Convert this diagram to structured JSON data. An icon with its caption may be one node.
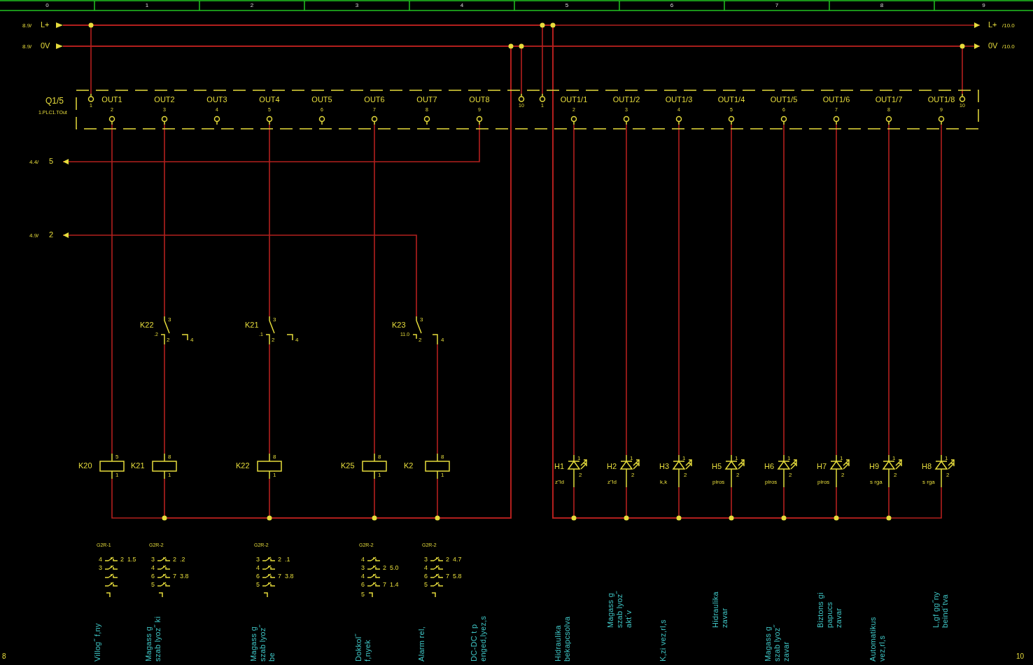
{
  "diagram": {
    "nodes": [
      {
        "text": [
          "Q1/5",
          "1.PLC1.TOut"
        ]
      },
      {
        "text": [
          "1"
        ],
        "in": 0
      },
      {
        "text": [
          "OUT1",
          "2"
        ],
        "in": 0
      },
      {
        "text": [
          "OUT2",
          "3"
        ],
        "in": 0
      },
      {
        "text": [
          "OUT3",
          "4"
        ],
        "in": 0
      },
      {
        "text": [
          "OUT4",
          "5"
        ],
        "in": 0
      },
      {
        "text": [
          "OUT5",
          "6"
        ],
        "in": 0
      },
      {
        "text": [
          "OUT6",
          "7"
        ],
        "in": 0
      },
      {
        "text": [
          "OUT7",
          "8"
        ],
        "in": 0
      },
      {
        "text": [
          "OUT8",
          "9"
        ],
        "in": 0
      },
      {
        "text": [
          "10"
        ],
        "in": 0
      },
      {
        "text": [
          "1"
        ],
        "in": 0
      },
      {
        "text": [
          "OUT1/1",
          "2"
        ],
        "in": 0
      },
      {
        "text": [
          "OUT1/2",
          "3"
        ],
        "in": 0
      },
      {
        "text": [
          "OUT1/3",
          "4"
        ],
        "in": 0
      },
      {
        "text": [
          "OUT1/4",
          "5"
        ],
        "in": 0
      },
      {
        "text": [
          "OUT1/5",
          "6"
        ],
        "in": 0
      },
      {
        "text": [
          "OUT1/6",
          "7"
        ],
        "in": 0
      },
      {
        "text": [
          "OUT1/7",
          "8"
        ],
        "in": 0
      },
      {
        "text": [
          "OUT1/8",
          "9"
        ],
        "in": 0
      },
      {
        "text": [
          "10"
        ],
        "in": 0
      },
      {
        "text": [
          "8.9/",
          "L+"
        ]
      },
      {
        "text": [
          "8.9/",
          "0V"
        ]
      },
      {
        "text": [
          "L+",
          "/10.0"
        ]
      },
      {
        "text": [
          "0V",
          "/10.0"
        ]
      },
      {
        "text": [
          "4.4/",
          "5"
        ]
      },
      {
        "text": [
          "4.9/",
          "2"
        ]
      },
      {
        "text": [
          "K22",
          "3",
          ".2",
          "2",
          "4"
        ]
      },
      {
        "text": [
          "K21",
          "3",
          ".1",
          "2",
          "4"
        ]
      },
      {
        "text": [
          "K23",
          "3",
          "11.0",
          "2",
          "4"
        ]
      },
      {
        "text": [
          "K20",
          "5",
          "1"
        ]
      },
      {
        "text": [
          "K21",
          "8",
          "1"
        ]
      },
      {
        "text": [
          "K22",
          "8",
          "1"
        ]
      },
      {
        "text": [
          "K25",
          "8",
          "1"
        ]
      },
      {
        "text": [
          "K2",
          "8",
          "1"
        ]
      },
      {
        "text": [
          "H1",
          "1",
          "z\"ld",
          "2"
        ]
      },
      {
        "text": [
          "H2",
          "1",
          "z\"ld",
          "2"
        ]
      },
      {
        "text": [
          "H3",
          "1",
          "k,k",
          "2"
        ]
      },
      {
        "text": [
          "H5",
          "1",
          "piros",
          "2"
        ]
      },
      {
        "text": [
          "H6",
          "1",
          "piros",
          "2"
        ]
      },
      {
        "text": [
          "H7",
          "1",
          "piros",
          "2"
        ]
      },
      {
        "text": [
          "H9",
          "1",
          "s rga",
          "2"
        ]
      },
      {
        "text": [
          "H8",
          "1",
          "s rga",
          "2"
        ]
      }
    ],
    "edges": [
      {
        "from": 21,
        "to": 23,
        "arrow": "to"
      },
      {
        "from": 22,
        "to": 24,
        "arrow": "to"
      },
      {
        "from": 21,
        "to": 1,
        "arrow": "none"
      },
      {
        "from": 21,
        "to": 11,
        "arrow": "none"
      },
      {
        "from": 22,
        "to": 10,
        "arrow": "none"
      },
      {
        "from": 22,
        "to": 20,
        "arrow": "none"
      },
      {
        "from": 2,
        "to": 30,
        "arrow": "none"
      },
      {
        "from": 3,
        "to": 27,
        "arrow": "none"
      },
      {
        "from": 27,
        "to": 31,
        "arrow": "none"
      },
      {
        "from": 5,
        "to": 28,
        "arrow": "none"
      },
      {
        "from": 28,
        "to": 32,
        "arrow": "none"
      },
      {
        "from": 7,
        "to": 33,
        "arrow": "none"
      },
      {
        "from": 9,
        "to": 25,
        "arrow": "to"
      },
      {
        "from": 29,
        "to": 26,
        "arrow": "to"
      },
      {
        "from": 29,
        "to": 34,
        "arrow": "none"
      },
      {
        "from": 30,
        "to": 22,
        "arrow": "none"
      },
      {
        "from": 31,
        "to": 22,
        "arrow": "none"
      },
      {
        "from": 32,
        "to": 22,
        "arrow": "none"
      },
      {
        "from": 33,
        "to": 22,
        "arrow": "none"
      },
      {
        "from": 34,
        "to": 22,
        "arrow": "none"
      },
      {
        "from": 12,
        "to": 35,
        "arrow": "none"
      },
      {
        "from": 13,
        "to": 36,
        "arrow": "none"
      },
      {
        "from": 14,
        "to": 37,
        "arrow": "none"
      },
      {
        "from": 15,
        "to": 38,
        "arrow": "none"
      },
      {
        "from": 16,
        "to": 39,
        "arrow": "none"
      },
      {
        "from": 17,
        "to": 40,
        "arrow": "none"
      },
      {
        "from": 18,
        "to": 41,
        "arrow": "none"
      },
      {
        "from": 19,
        "to": 42,
        "arrow": "none"
      },
      {
        "from": 35,
        "to": 21,
        "arrow": "none"
      },
      {
        "from": 36,
        "to": 21,
        "arrow": "none"
      },
      {
        "from": 37,
        "to": 21,
        "arrow": "none"
      },
      {
        "from": 38,
        "to": 21,
        "arrow": "none"
      },
      {
        "from": 39,
        "to": 21,
        "arrow": "none"
      },
      {
        "from": 40,
        "to": 21,
        "arrow": "none"
      },
      {
        "from": 41,
        "to": 21,
        "arrow": "none"
      },
      {
        "from": 42,
        "to": 21,
        "arrow": "none"
      }
    ],
    "labels": [
      "0",
      "1",
      "2",
      "3",
      "4",
      "5",
      "6",
      "7",
      "8",
      "9",
      "G2R-1",
      "4",
      "2",
      "1.5",
      "3",
      "G2R-2",
      "3",
      "2",
      ".2",
      "4",
      "6",
      "7",
      "3.8",
      "5",
      "G2R-2",
      "3",
      "2",
      ".1",
      "4",
      "6",
      "7",
      "3.8",
      "5",
      "G2R-2",
      "4",
      "3",
      "2",
      "5.0",
      "4",
      "6",
      "7",
      "1.4",
      "5",
      "G2R-2",
      "3",
      "2",
      "4.7",
      "4",
      "6",
      "7",
      "5.8",
      "5",
      "Villog˝ f,ny",
      "Magass g szab lyoz˝ ki",
      "Magass g szab lyoz˝ be",
      "Dokkol˝ f,nyek",
      "Alarm rel,",
      "DC-DC t p enged,lyez,s",
      "Hidraulika bekapcsolva",
      "Magass g szab lyoz˝ akt´v",
      "K,zi vez,rl,s",
      "Hidraulika zavar",
      "Magass g szab lyoz˝ zavar",
      "Biztons gi papucs zavar",
      "Automatikus vez,rl,s",
      "L,gf gg˝ny beind´tva",
      "8",
      "10"
    ]
  }
}
